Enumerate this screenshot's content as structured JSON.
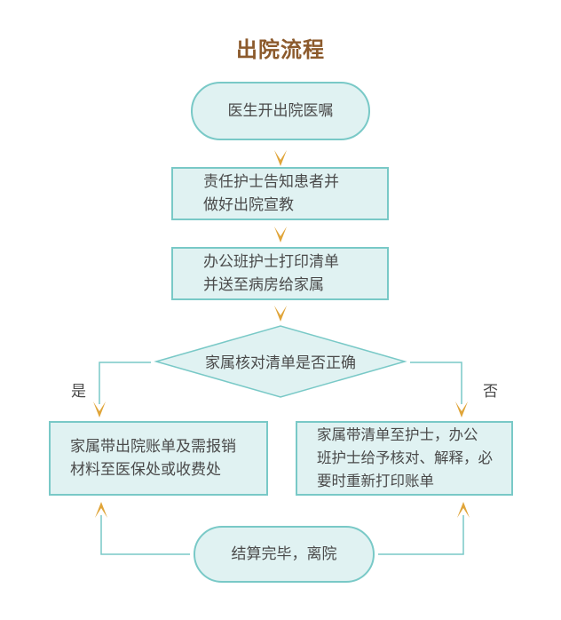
{
  "title": "出院流程",
  "nodes": {
    "start": "医生开出院医嘱",
    "step1": [
      "责任护士告知患者并",
      "做好出院宣教"
    ],
    "step2": [
      "办公班护士打印清单",
      "并送至病房给家属"
    ],
    "decision": "家属核对清单是否正确",
    "yes_step": [
      "家属带出院账单及需报销",
      "材料至医保处或收费处"
    ],
    "no_step": [
      "家属带清单至护士，办公",
      "班护士给予核对、解释，必",
      "要时重新打印账单"
    ],
    "end": "结算完毕，离院"
  },
  "labels": {
    "yes": "是",
    "no": "否"
  },
  "colors": {
    "fill": "#e0f2f2",
    "stroke": "#79c9c7",
    "title": "#8c5a2c",
    "arrow": "#e0a53a"
  }
}
